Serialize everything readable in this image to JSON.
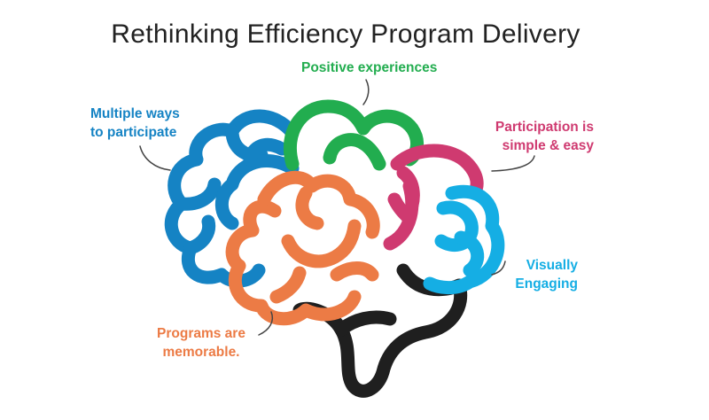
{
  "title": "Rethinking Efficiency Program Delivery",
  "colors": {
    "green": "#22ad4f",
    "blue_dark": "#1583c4",
    "magenta": "#cf3a70",
    "cyan": "#15aee4",
    "orange": "#ec7b45",
    "stem": "#1f1f1f",
    "leader": "#444444"
  },
  "labels": {
    "positive": {
      "lines": [
        "Positive experiences"
      ],
      "color": "#22ad4f"
    },
    "multiple": {
      "lines": [
        "Multiple ways",
        "to participate"
      ],
      "color": "#1583c4"
    },
    "participation": {
      "lines": [
        "Participation is",
        "simple & easy"
      ],
      "color": "#cf3a70"
    },
    "visual": {
      "lines": [
        "Visually",
        "Engaging"
      ],
      "color": "#15aee4"
    },
    "programs": {
      "lines": [
        "Programs are",
        "memorable."
      ],
      "color": "#ec7b45"
    }
  }
}
